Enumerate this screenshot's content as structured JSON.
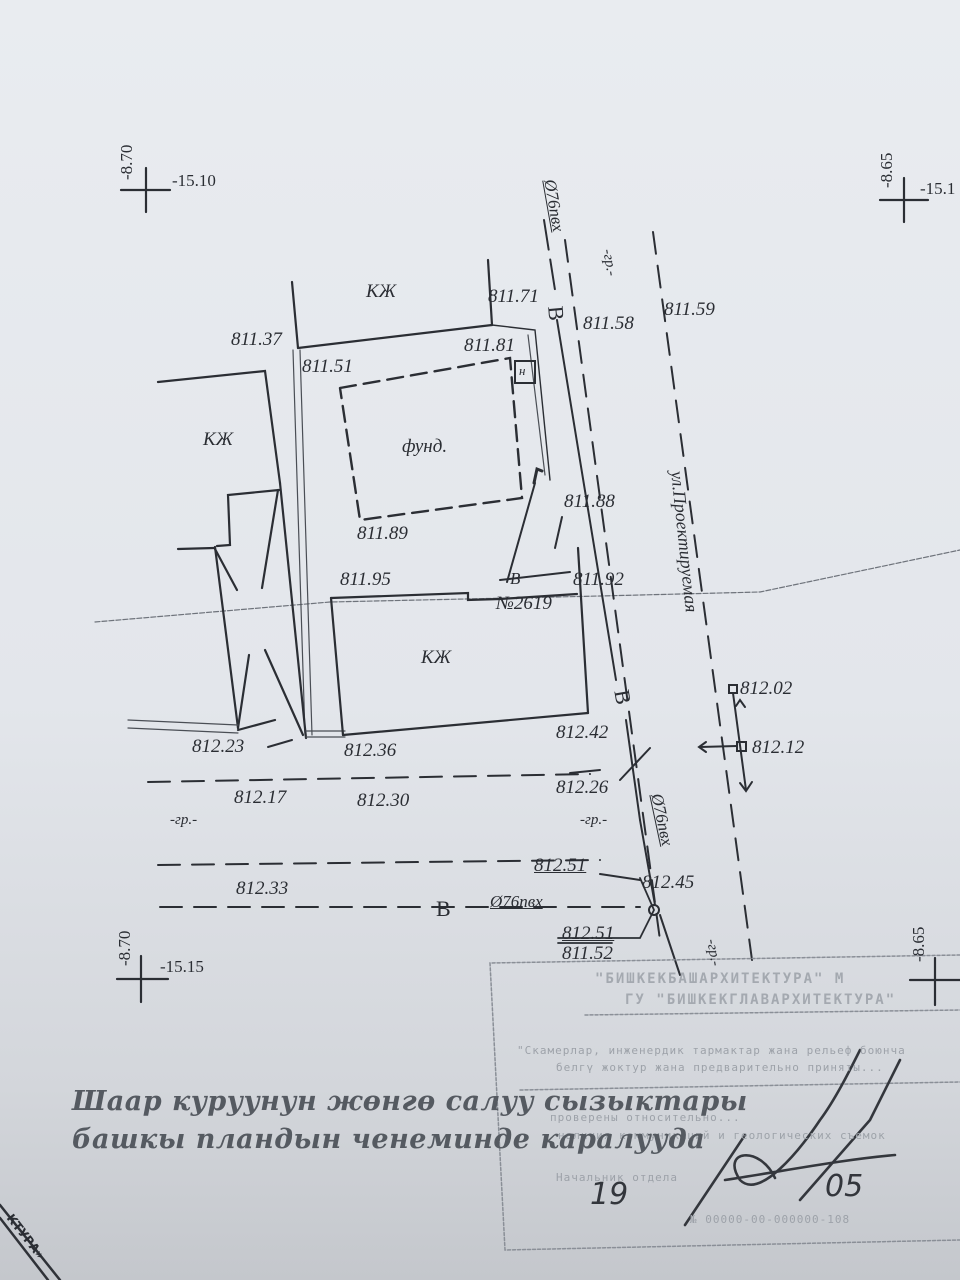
{
  "plan": {
    "grid_crosses": [
      {
        "id": "top-left",
        "x_label": "-8.70",
        "y_label": "-15.10"
      },
      {
        "id": "top-right",
        "x_label": "-8.65",
        "y_label": "-15.1"
      },
      {
        "id": "bottom-left",
        "x_label": "-8.70",
        "y_label": "-15.15"
      },
      {
        "id": "bottom-right",
        "x_label": "-8.65",
        "y_label": "-"
      }
    ],
    "zones": {
      "kzh_top": "КЖ",
      "kzh_left": "КЖ",
      "kzh_bottom": "КЖ",
      "foundation": "фунд.",
      "hydrant": "н",
      "plot_number": "№2619"
    },
    "street": {
      "name": "ул.Проектируемая"
    },
    "utilities": {
      "water_pipe_top": "Ø76пвх",
      "water_pipe_right": "Ø76пвх",
      "water_pipe_bottom": "Ø76пвх",
      "water_symbol": "В",
      "boundary_symbol": "-гр.-"
    },
    "elevations": {
      "e811_37": "811.37",
      "e811_51": "811.51",
      "e811_71": "811.71",
      "e811_81": "811.81",
      "e811_58": "811.58",
      "e811_59": "811.59",
      "e811_89": "811.89",
      "e811_88": "811.88",
      "e811_95": "811.95",
      "e811_92": "811.92",
      "e812_02": "812.02",
      "e812_12": "812.12",
      "e812_23": "812.23",
      "e812_36": "812.36",
      "e812_42": "812.42",
      "e812_17": "812.17",
      "e812_30": "812.30",
      "e812_26": "812.26",
      "e812_51_top": "812.51",
      "e812_45": "812.45",
      "e812_33": "812.33",
      "e812_51_well": "812.51",
      "e811_52_well": "811.52"
    }
  },
  "stamp": {
    "org_line1": "\"БИШКЕКБАШАРХИТЕКТУРА\" М",
    "org_line2": "ГУ \"БИШКЕКГЛАВАРХИТЕКТУРА\"",
    "body_line1": "\"Скамерлар, инженердик тармактар жана рельеф боюнча",
    "body_line2": "белгү жоктур жана предварительно приняты...",
    "body_line3": "проверены относительно...",
    "body_line4": "наличия коммуникаций и геологических съемок",
    "role_label": "Начальник отдела",
    "date_day": "19",
    "date_year": "05",
    "reg_number": "№ 00000-00-000000-108"
  },
  "note": {
    "line1": "Шаар куруунун жөнгө салуу сызыктары",
    "line2": "башкы пландын ченеминде каралууда"
  },
  "corner_stamp": {
    "text": "КТУРА»"
  }
}
